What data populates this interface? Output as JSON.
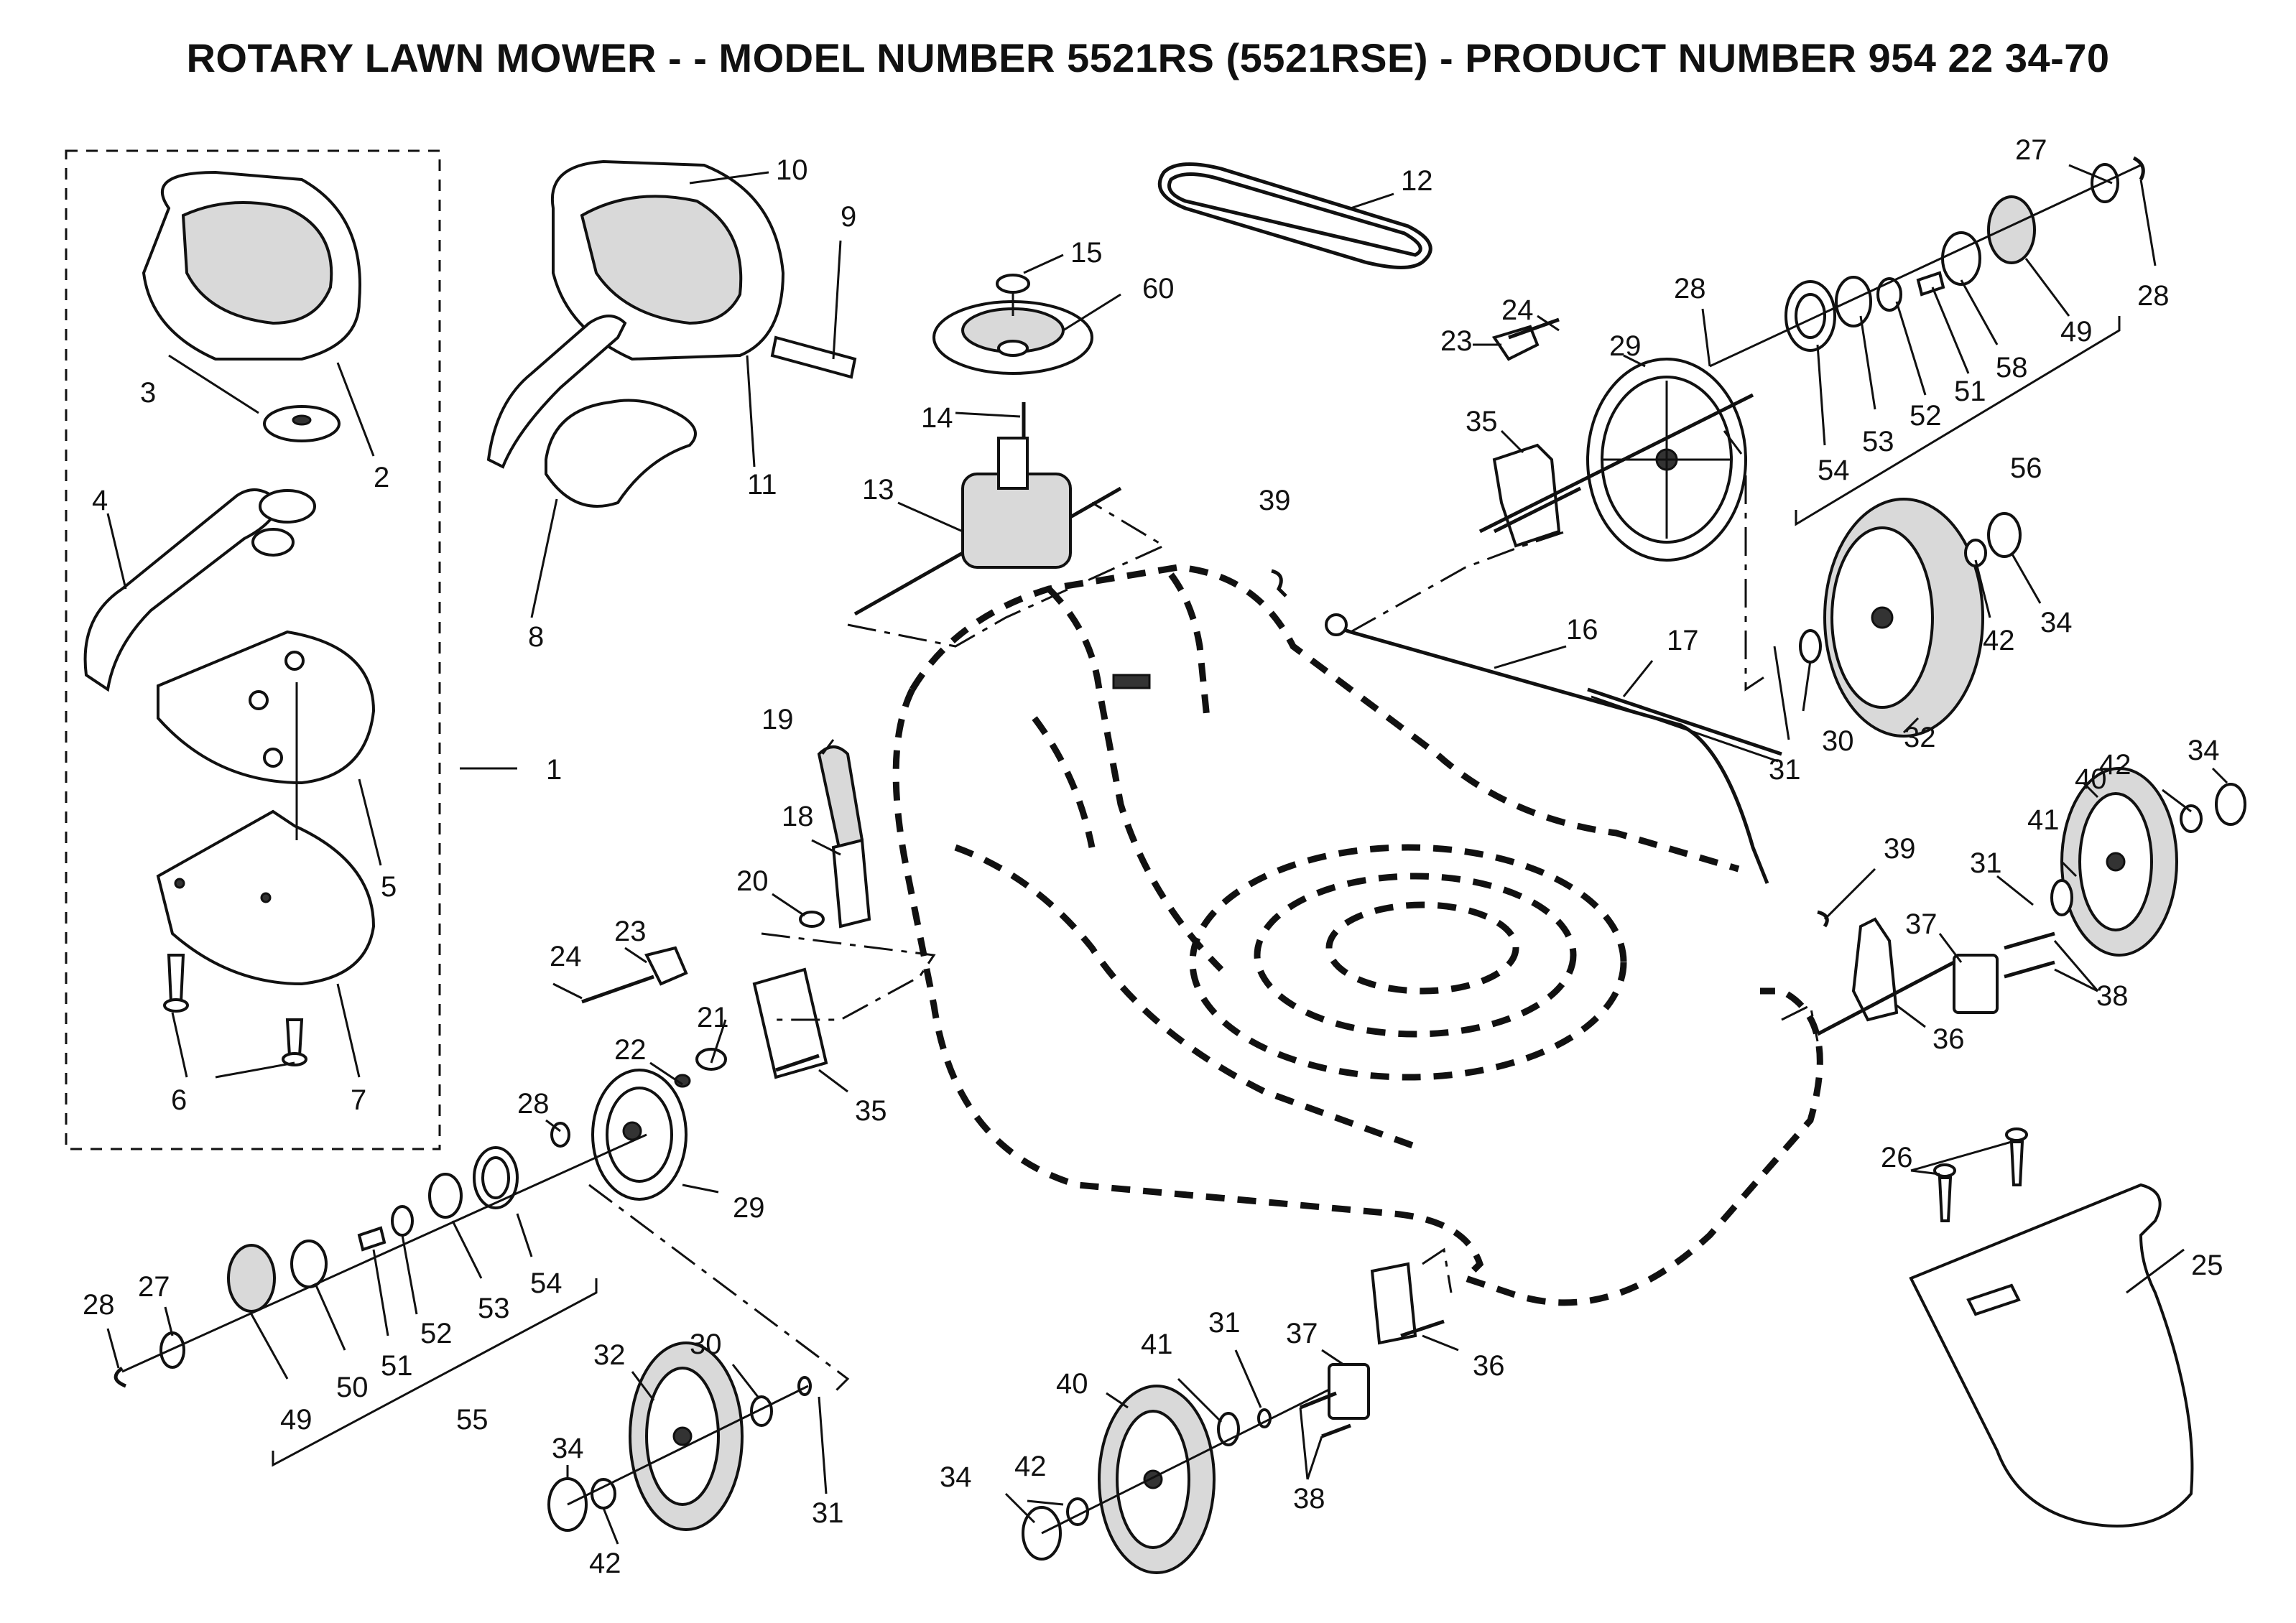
{
  "title": "ROTARY LAWN MOWER - - MODEL NUMBER 5521RS (5521RSE) - PRODUCT NUMBER 954 22 34-70",
  "labels": {
    "p1": "1",
    "p2": "2",
    "p3": "3",
    "p4": "4",
    "p5": "5",
    "p6": "6",
    "p7": "7",
    "p8": "8",
    "p9": "9",
    "p10": "10",
    "p11": "11",
    "p12": "12",
    "p13": "13",
    "p14": "14",
    "p15": "15",
    "p16": "16",
    "p17": "17",
    "p18": "18",
    "p19": "19",
    "p20": "20",
    "p21": "21",
    "p22": "22",
    "p23a": "23",
    "p23b": "23",
    "p24a": "24",
    "p24b": "24",
    "p25": "25",
    "p26": "26",
    "p27a": "27",
    "p27b": "27",
    "p28a": "28",
    "p28b": "28",
    "p28c": "28",
    "p28d": "28",
    "p29a": "29",
    "p29b": "29",
    "p30a": "30",
    "p30b": "30",
    "p31a": "31",
    "p31b": "31",
    "p31c": "31",
    "p31d": "31",
    "p32a": "32",
    "p32b": "32",
    "p34a": "34",
    "p34b": "34",
    "p34c": "34",
    "p34d": "34",
    "p35a": "35",
    "p35b": "35",
    "p36a": "36",
    "p36b": "36",
    "p37a": "37",
    "p37b": "37",
    "p38a": "38",
    "p38b": "38",
    "p39a": "39",
    "p39b": "39",
    "p40a": "40",
    "p40b": "40",
    "p41a": "41",
    "p41b": "41",
    "p42a": "42",
    "p42b": "42",
    "p42c": "42",
    "p42d": "42",
    "p49a": "49",
    "p49b": "49",
    "p50": "50",
    "p51a": "51",
    "p51b": "51",
    "p52a": "52",
    "p52b": "52",
    "p53a": "53",
    "p53b": "53",
    "p54a": "54",
    "p54b": "54",
    "p55": "55",
    "p56": "56",
    "p58": "58",
    "p60": "60"
  }
}
